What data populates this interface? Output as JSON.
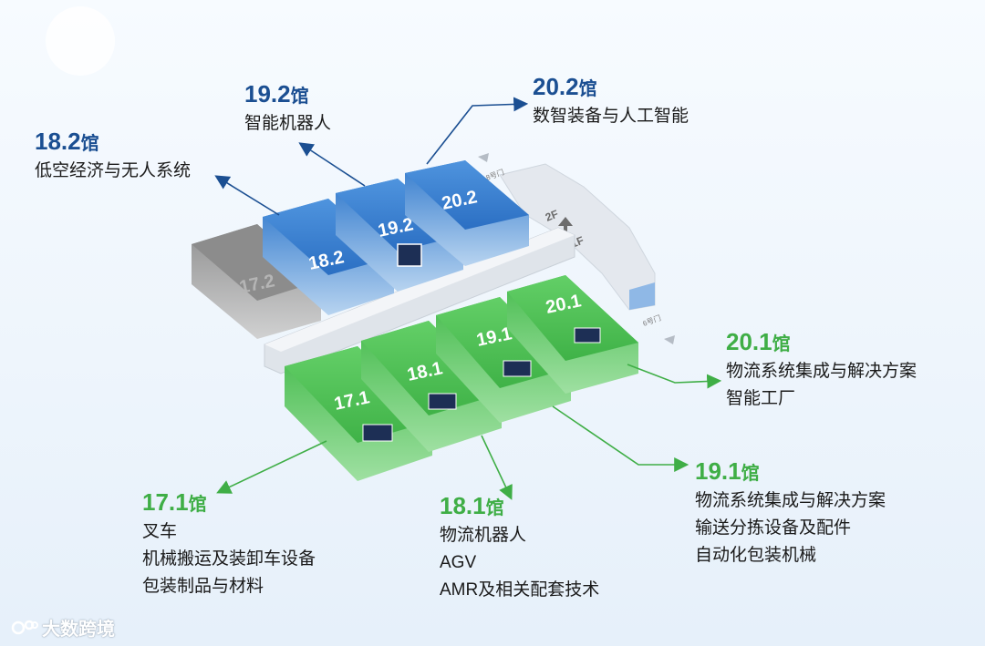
{
  "halls_upper": [
    {
      "id": "17.2",
      "color": "gray"
    },
    {
      "id": "18.2",
      "color": "blue"
    },
    {
      "id": "19.2",
      "color": "blue"
    },
    {
      "id": "20.2",
      "color": "blue"
    }
  ],
  "halls_lower": [
    {
      "id": "17.1"
    },
    {
      "id": "18.1"
    },
    {
      "id": "19.1"
    },
    {
      "id": "20.1"
    }
  ],
  "floor_labels": {
    "up": "2F",
    "down": "1F",
    "gate_upper": "8号门",
    "gate_lower": "6号门"
  },
  "callouts": {
    "h182": {
      "num": "18.2",
      "suffix": "馆",
      "lines": [
        "低空经济与无人系统"
      ]
    },
    "h192": {
      "num": "19.2",
      "suffix": "馆",
      "lines": [
        "智能机器人"
      ]
    },
    "h202": {
      "num": "20.2",
      "suffix": "馆",
      "lines": [
        "数智装备与人工智能"
      ]
    },
    "h201": {
      "num": "20.1",
      "suffix": "馆",
      "lines": [
        "物流系统集成与解决方案",
        "智能工厂"
      ]
    },
    "h191": {
      "num": "19.1",
      "suffix": "馆",
      "lines": [
        "物流系统集成与解决方案",
        "输送分拣设备及配件",
        "自动化包装机械"
      ]
    },
    "h181": {
      "num": "18.1",
      "suffix": "馆",
      "lines": [
        "物流机器人",
        "AGV",
        "AMR及相关配套技术"
      ]
    },
    "h171": {
      "num": "17.1",
      "suffix": "馆",
      "lines": [
        "叉车",
        "机械搬运及装卸车设备",
        "包装制品与材料"
      ]
    }
  },
  "watermark": "大数跨境",
  "colors": {
    "blue": "#1b4f92",
    "green": "#3fae46",
    "hall_blue": "#2f7bd0",
    "hall_green": "#47bf4f",
    "hall_gray": "#7b7b7b"
  }
}
